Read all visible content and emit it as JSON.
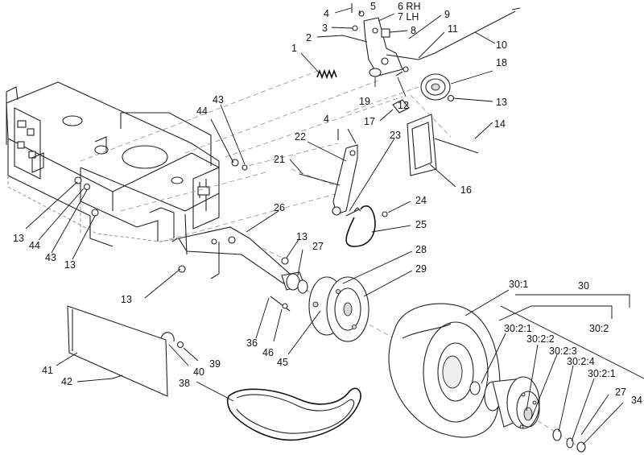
{
  "labels": [
    {
      "text": "1"
    },
    {
      "text": "2"
    },
    {
      "text": "3"
    },
    {
      "text": "4"
    },
    {
      "text": "5"
    },
    {
      "text": "6 RH"
    },
    {
      "text": "7 LH"
    },
    {
      "text": "8"
    },
    {
      "text": "9"
    },
    {
      "text": "10"
    },
    {
      "text": "11"
    },
    {
      "text": "12"
    },
    {
      "text": "13"
    },
    {
      "text": "14"
    },
    {
      "text": "16"
    },
    {
      "text": "17"
    },
    {
      "text": "18"
    },
    {
      "text": "19"
    },
    {
      "text": "4"
    },
    {
      "text": "22"
    },
    {
      "text": "23"
    },
    {
      "text": "21"
    },
    {
      "text": "24"
    },
    {
      "text": "25"
    },
    {
      "text": "26"
    },
    {
      "text": "44"
    },
    {
      "text": "43"
    },
    {
      "text": "13"
    },
    {
      "text": "44"
    },
    {
      "text": "43"
    },
    {
      "text": "13"
    },
    {
      "text": "13"
    },
    {
      "text": "27"
    },
    {
      "text": "28"
    },
    {
      "text": "29"
    },
    {
      "text": "13"
    },
    {
      "text": "30:1"
    },
    {
      "text": "30"
    },
    {
      "text": "30:2"
    },
    {
      "text": "30:2:1"
    },
    {
      "text": "30:2:2"
    },
    {
      "text": "30:2:3"
    },
    {
      "text": "30:2:4"
    },
    {
      "text": "30:2:1"
    },
    {
      "text": "27"
    },
    {
      "text": "34"
    },
    {
      "text": "36"
    },
    {
      "text": "46"
    },
    {
      "text": "45"
    },
    {
      "text": "41"
    },
    {
      "text": "39"
    },
    {
      "text": "40"
    },
    {
      "text": "42"
    },
    {
      "text": "38"
    }
  ]
}
